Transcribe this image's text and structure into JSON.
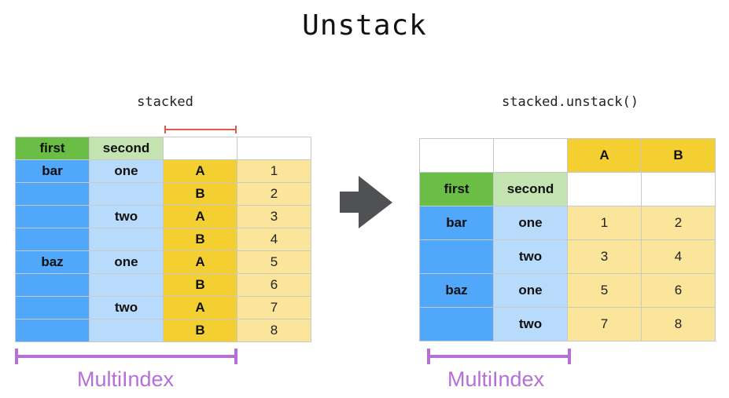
{
  "title": "Unstack",
  "left": {
    "caption": "stacked",
    "header": [
      "first",
      "second",
      "",
      ""
    ],
    "rows": [
      [
        "bar",
        "one",
        "A",
        "1"
      ],
      [
        "",
        "",
        "B",
        "2"
      ],
      [
        "",
        "two",
        "A",
        "3"
      ],
      [
        "",
        "",
        "B",
        "4"
      ],
      [
        "baz",
        "one",
        "A",
        "5"
      ],
      [
        "",
        "",
        "B",
        "6"
      ],
      [
        "",
        "two",
        "A",
        "7"
      ],
      [
        "",
        "",
        "B",
        "8"
      ]
    ],
    "multiindex_label": "MultiIndex"
  },
  "right": {
    "caption": "stacked.unstack()",
    "column_header": [
      "",
      "",
      "A",
      "B"
    ],
    "index_header": [
      "first",
      "second",
      "",
      ""
    ],
    "rows": [
      [
        "bar",
        "one",
        "1",
        "2"
      ],
      [
        "",
        "two",
        "3",
        "4"
      ],
      [
        "baz",
        "one",
        "5",
        "6"
      ],
      [
        "",
        "two",
        "7",
        "8"
      ]
    ],
    "multiindex_label": "MultiIndex"
  },
  "colors": {
    "first_header": "#6abd45",
    "second_header": "#c3e4b0",
    "first_index": "#51a7f9",
    "second_index": "#b8dbfb",
    "key_column": "#f4cf31",
    "values": "#fbe59a",
    "multiindex": "#b66fd6",
    "stacked_marker": "#e0584f",
    "arrow": "#505155"
  }
}
